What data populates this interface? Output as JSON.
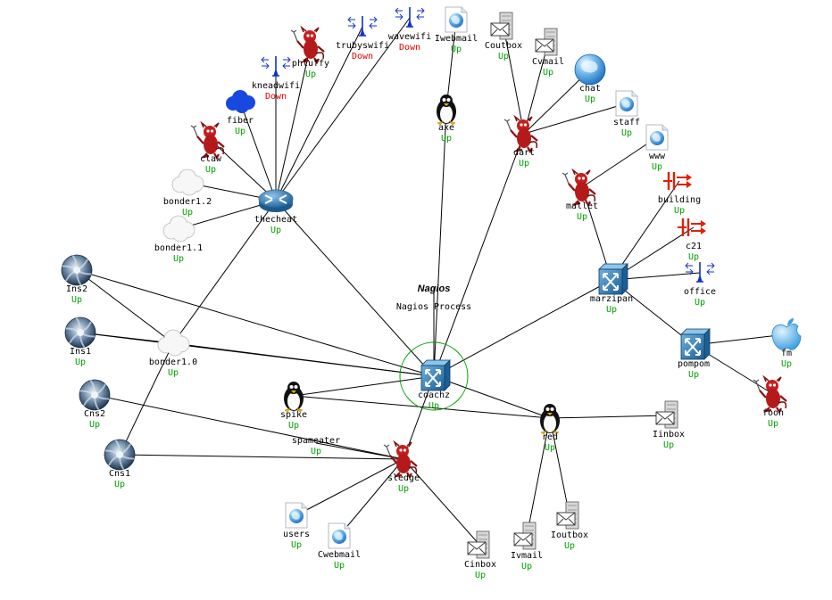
{
  "diagram": {
    "nagios_logo": "Nagios",
    "nodes": [
      {
        "id": "nagios",
        "name": "Nagios Process",
        "status": "",
        "icon": "nagios-logo-icon"
      },
      {
        "id": "coachz",
        "name": "coachz",
        "status": "Up",
        "icon": "switch-icon"
      },
      {
        "id": "thecheat",
        "name": "thecheat",
        "status": "Up",
        "icon": "router-icon"
      },
      {
        "id": "bonder10",
        "name": "bonder1.0",
        "status": "Up",
        "icon": "cloud-icon"
      },
      {
        "id": "bonder11",
        "name": "bonder1.1",
        "status": "Up",
        "icon": "cloud-icon"
      },
      {
        "id": "bonder12",
        "name": "bonder1.2",
        "status": "Up",
        "icon": "cloud-icon"
      },
      {
        "id": "claw",
        "name": "claw",
        "status": "Up",
        "icon": "bsd-daemon-icon"
      },
      {
        "id": "fiber",
        "name": "fiber",
        "status": "Up",
        "icon": "blue-cloud-icon"
      },
      {
        "id": "kneadwifi",
        "name": "kneadwifi",
        "status": "Down",
        "icon": "wifi-antenna-icon"
      },
      {
        "id": "phluffy",
        "name": "phluffy",
        "status": "Up",
        "icon": "bsd-daemon-icon"
      },
      {
        "id": "trubyswifi",
        "name": "trubyswifi",
        "status": "Down",
        "icon": "wifi-antenna-icon"
      },
      {
        "id": "wavewifi",
        "name": "wavewifi",
        "status": "Down",
        "icon": "wifi-antenna-icon"
      },
      {
        "id": "iwebmail",
        "name": "Iwebmail",
        "status": "Up",
        "icon": "web-page-icon"
      },
      {
        "id": "axe",
        "name": "axe",
        "status": "Up",
        "icon": "linux-penguin-icon"
      },
      {
        "id": "coutbox",
        "name": "Coutbox",
        "status": "Up",
        "icon": "mail-server-icon"
      },
      {
        "id": "cvmail",
        "name": "Cvmail",
        "status": "Up",
        "icon": "mail-server-icon"
      },
      {
        "id": "chat",
        "name": "chat",
        "status": "Up",
        "icon": "globe-icon"
      },
      {
        "id": "staff",
        "name": "staff",
        "status": "Up",
        "icon": "web-page-icon"
      },
      {
        "id": "dart",
        "name": "dart",
        "status": "Up",
        "icon": "bsd-daemon-icon"
      },
      {
        "id": "www",
        "name": "www",
        "status": "Up",
        "icon": "web-page-icon"
      },
      {
        "id": "mallet",
        "name": "mallet",
        "status": "Up",
        "icon": "bsd-daemon-icon"
      },
      {
        "id": "building",
        "name": "building",
        "status": "Up",
        "icon": "firewall-icon"
      },
      {
        "id": "c21",
        "name": "c21",
        "status": "Up",
        "icon": "firewall-icon"
      },
      {
        "id": "office",
        "name": "office",
        "status": "Up",
        "icon": "wifi-antenna-icon"
      },
      {
        "id": "marzipan",
        "name": "marzipan",
        "status": "Up",
        "icon": "switch-icon"
      },
      {
        "id": "pompom",
        "name": "pompom",
        "status": "Up",
        "icon": "switch-icon"
      },
      {
        "id": "fm",
        "name": "fm",
        "status": "Up",
        "icon": "apple-icon"
      },
      {
        "id": "foon",
        "name": "foon",
        "status": "Up",
        "icon": "bsd-daemon-icon"
      },
      {
        "id": "ins2",
        "name": "Ins2",
        "status": "Up",
        "icon": "dns-swirl-icon"
      },
      {
        "id": "ins1",
        "name": "Ins1",
        "status": "Up",
        "icon": "dns-swirl-icon"
      },
      {
        "id": "cns2",
        "name": "Cns2",
        "status": "Up",
        "icon": "dns-swirl-icon"
      },
      {
        "id": "cns1",
        "name": "Cns1",
        "status": "Up",
        "icon": "dns-swirl-icon"
      },
      {
        "id": "spike",
        "name": "spike",
        "status": "Up",
        "icon": "linux-penguin-icon"
      },
      {
        "id": "spameater",
        "name": "spameater",
        "status": "Up",
        "icon": "none"
      },
      {
        "id": "sledge",
        "name": "sledge",
        "status": "Up",
        "icon": "bsd-daemon-icon"
      },
      {
        "id": "users",
        "name": "users",
        "status": "Up",
        "icon": "web-page-icon"
      },
      {
        "id": "cwebmail",
        "name": "Cwebmail",
        "status": "Up",
        "icon": "web-page-icon"
      },
      {
        "id": "cinbox",
        "name": "Cinbox",
        "status": "Up",
        "icon": "mail-server-icon"
      },
      {
        "id": "red",
        "name": "red",
        "status": "Up",
        "icon": "linux-penguin-icon"
      },
      {
        "id": "iinbox",
        "name": "Iinbox",
        "status": "Up",
        "icon": "mail-server-icon"
      },
      {
        "id": "ivmail",
        "name": "Ivmail",
        "status": "Up",
        "icon": "mail-server-icon"
      },
      {
        "id": "ioutbox",
        "name": "Ioutbox",
        "status": "Up",
        "icon": "mail-server-icon"
      }
    ],
    "edges": [
      [
        "nagios",
        "coachz"
      ],
      [
        "coachz",
        "thecheat"
      ],
      [
        "coachz",
        "axe"
      ],
      [
        "coachz",
        "dart"
      ],
      [
        "coachz",
        "marzipan"
      ],
      [
        "coachz",
        "red"
      ],
      [
        "coachz",
        "sledge"
      ],
      [
        "coachz",
        "spike"
      ],
      [
        "coachz",
        "ins2"
      ],
      [
        "coachz",
        "bonder10"
      ],
      [
        "thecheat",
        "claw"
      ],
      [
        "thecheat",
        "fiber"
      ],
      [
        "thecheat",
        "kneadwifi"
      ],
      [
        "thecheat",
        "phluffy"
      ],
      [
        "thecheat",
        "trubyswifi"
      ],
      [
        "thecheat",
        "wavewifi"
      ],
      [
        "thecheat",
        "bonder12"
      ],
      [
        "thecheat",
        "bonder11"
      ],
      [
        "thecheat",
        "bonder10"
      ],
      [
        "axe",
        "iwebmail"
      ],
      [
        "dart",
        "coutbox"
      ],
      [
        "dart",
        "cvmail"
      ],
      [
        "dart",
        "chat"
      ],
      [
        "dart",
        "staff"
      ],
      [
        "marzipan",
        "mallet"
      ],
      [
        "mallet",
        "www"
      ],
      [
        "marzipan",
        "building"
      ],
      [
        "marzipan",
        "c21"
      ],
      [
        "marzipan",
        "office"
      ],
      [
        "marzipan",
        "pompom"
      ],
      [
        "pompom",
        "fm"
      ],
      [
        "pompom",
        "foon"
      ],
      [
        "bonder10",
        "ins2"
      ],
      [
        "bonder10",
        "ins1"
      ],
      [
        "bonder10",
        "cns1"
      ],
      [
        "ins1",
        "coachz"
      ],
      [
        "cns2",
        "sledge"
      ],
      [
        "cns1",
        "sledge"
      ],
      [
        "spameater",
        "sledge"
      ],
      [
        "sledge",
        "users"
      ],
      [
        "sledge",
        "cwebmail"
      ],
      [
        "sledge",
        "cinbox"
      ],
      [
        "red",
        "iinbox"
      ],
      [
        "red",
        "ivmail"
      ],
      [
        "red",
        "ioutbox"
      ],
      [
        "red",
        "spike"
      ]
    ],
    "colors": {
      "up": "#00a000",
      "down": "#e00000",
      "edge": "#000000",
      "selection_ring": "#00a000"
    }
  }
}
